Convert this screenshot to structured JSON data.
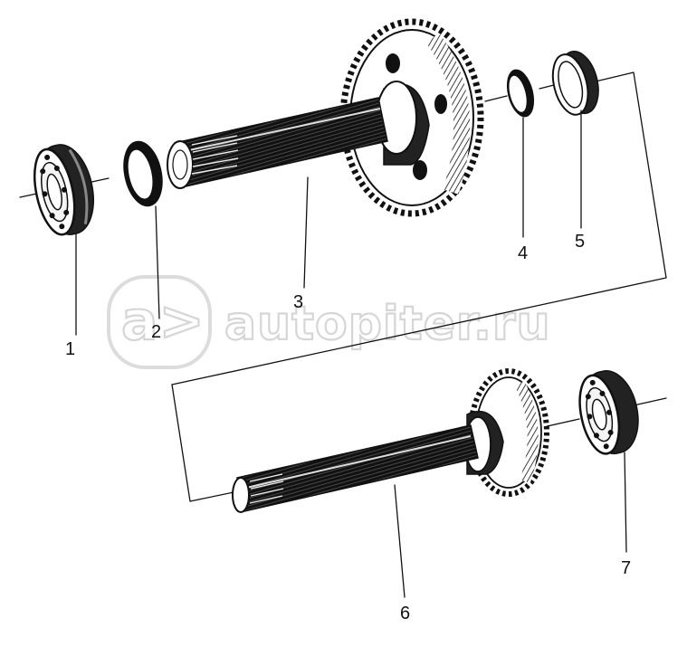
{
  "watermark": {
    "logo_glyph": "a>",
    "text": "autopiter.ru"
  },
  "callouts": [
    {
      "number": "1",
      "part": "ball bearing"
    },
    {
      "number": "2",
      "part": "spacer ring"
    },
    {
      "number": "3",
      "part": "shaft with gear"
    },
    {
      "number": "4",
      "part": "spacer ring"
    },
    {
      "number": "5",
      "part": "ring"
    },
    {
      "number": "6",
      "part": "shaft with gear"
    },
    {
      "number": "7",
      "part": "ball bearing"
    }
  ]
}
